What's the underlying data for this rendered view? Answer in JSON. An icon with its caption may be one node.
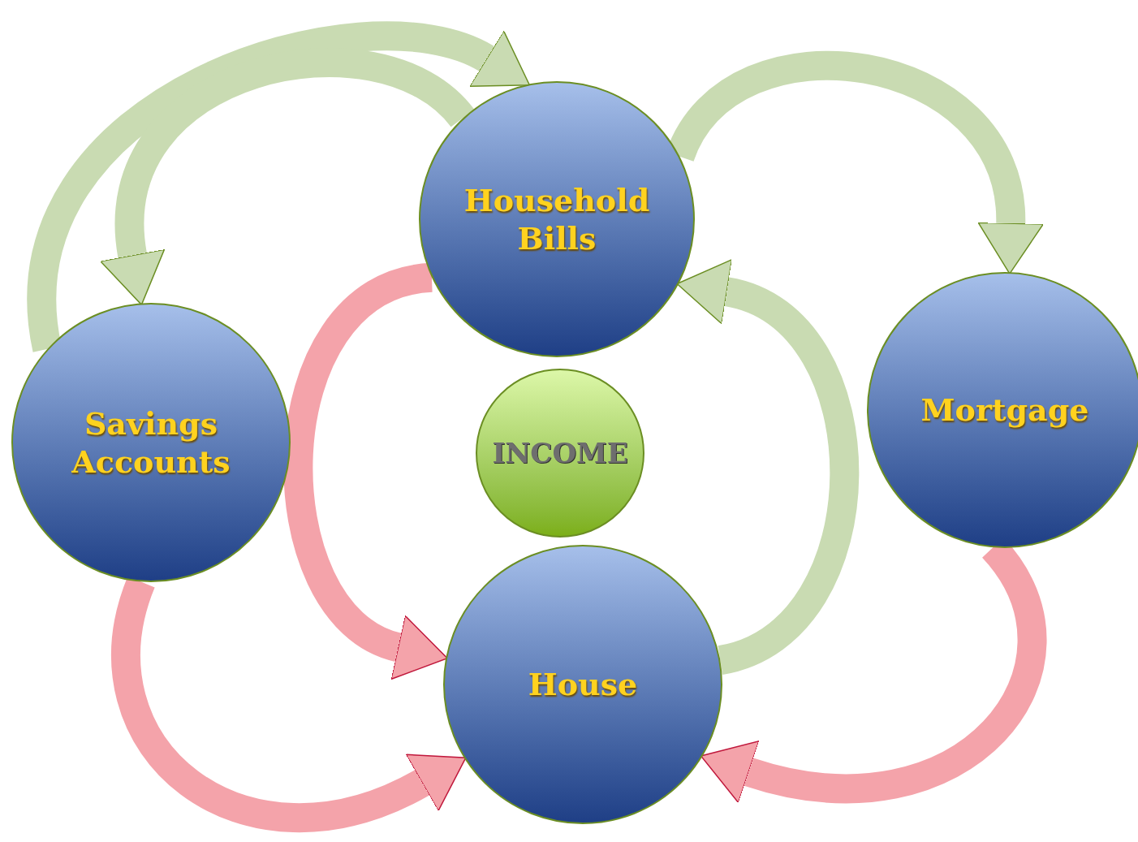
{
  "diagram": {
    "nodes": [
      {
        "text": [
          "Household Bills"
        ]
      },
      {
        "text": [
          "Savings Accounts"
        ]
      },
      {
        "text": [
          "INCOME"
        ]
      },
      {
        "text": [
          "Mortgage"
        ]
      },
      {
        "text": [
          "House"
        ]
      }
    ],
    "edges": [
      {
        "from": 1,
        "to": 0,
        "arrow": "to"
      },
      {
        "from": 0,
        "to": 1,
        "arrow": "to"
      },
      {
        "from": 0,
        "to": 3,
        "arrow": "to"
      },
      {
        "from": 4,
        "to": 0,
        "arrow": "to"
      },
      {
        "from": 0,
        "to": 4,
        "arrow": "to",
        "color": "#f4a3aa"
      },
      {
        "from": 1,
        "to": 4,
        "arrow": "to",
        "color": "#f4a3aa"
      },
      {
        "from": 3,
        "to": 4,
        "arrow": "to",
        "color": "#f4a3aa"
      }
    ]
  }
}
